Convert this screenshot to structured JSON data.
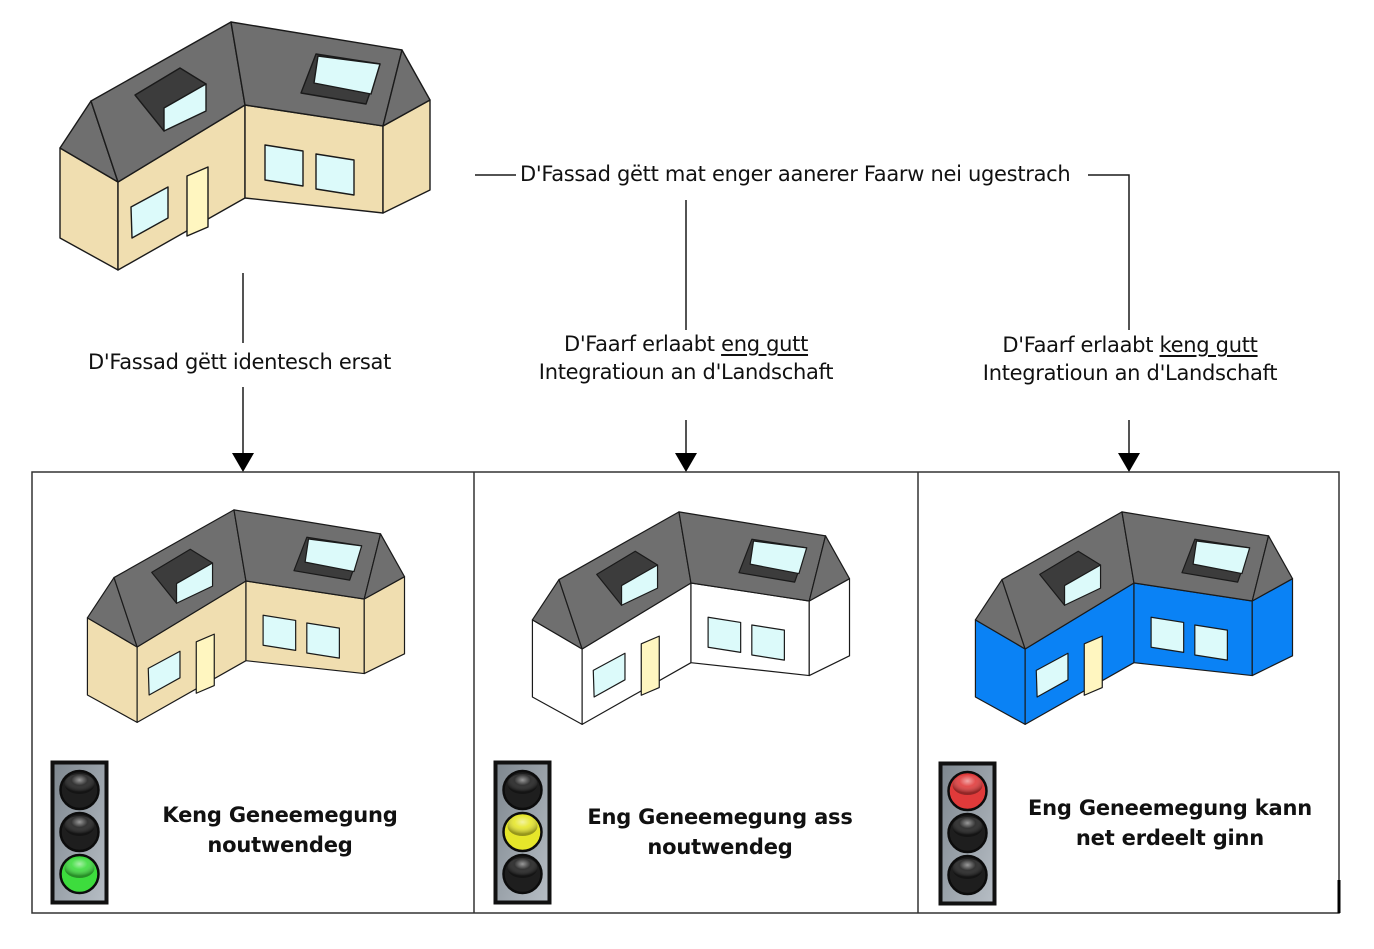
{
  "diagram": {
    "top_house": {
      "label": "original-house",
      "wall_color": "#f0deb0"
    },
    "branch_caption": "D'Fassad gëtt mat enger aanerer Faarw nei ugestrach",
    "branches": [
      {
        "id": "identical",
        "caption_lines": [
          "D'Fassad gëtt identesch ersat"
        ],
        "underlined": "",
        "wall_color": "#f0deb0",
        "verdict_lines": [
          "Keng Geneemegung",
          "noutwendeg"
        ],
        "signal": "green"
      },
      {
        "id": "good-integration",
        "caption_pre": "D'Faarf erlaabt ",
        "caption_underlined": "eng gutt",
        "caption_line2": "Integratioun an d'Landschaft",
        "wall_color": "#ffffff",
        "verdict_lines": [
          "Eng Geneemegung ass",
          "noutwendeg"
        ],
        "signal": "yellow"
      },
      {
        "id": "bad-integration",
        "caption_pre": "D'Faarf erlaabt ",
        "caption_underlined": "keng gutt",
        "caption_line2": "Integratioun an d'Landschaft",
        "wall_color": "#0a82f5",
        "verdict_lines": [
          "Eng Geneemegung kann",
          "net erdeelt ginn"
        ],
        "signal": "red"
      }
    ],
    "colors": {
      "roof": "#6f6f6f",
      "roof_dark": "#3c3c3c",
      "glass": "#dcfafa",
      "door": "#fff6c0",
      "line": "#1a1a1a",
      "signal_green": "#3ddc3d",
      "signal_yellow": "#e6e62a",
      "signal_red": "#e03a3a",
      "signal_off": "#1e1e1e",
      "housing": "#9aa3ab"
    }
  }
}
